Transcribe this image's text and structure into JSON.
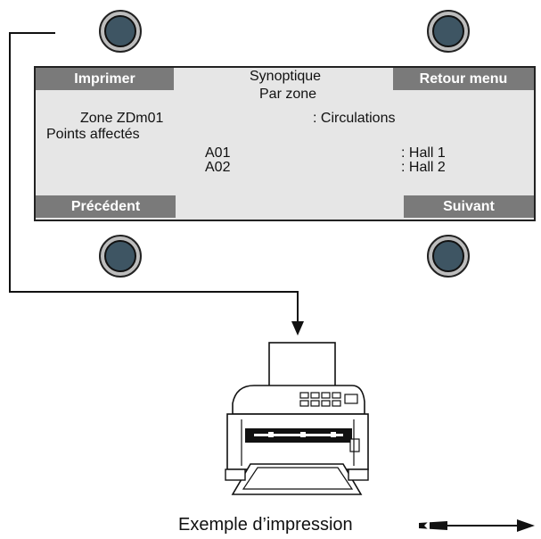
{
  "panel": {
    "title_line1": "Synoptique",
    "title_line2": "Par zone",
    "softkeys": {
      "top_left": "Imprimer",
      "top_right": "Retour menu",
      "bottom_left": "Précédent",
      "bottom_right": "Suivant"
    },
    "zone_label": "Zone ZDm01",
    "zone_value": ": Circulations",
    "points_label": "Points affectés",
    "points": [
      {
        "code": "A01",
        "name": ":  Hall 1"
      },
      {
        "code": "A02",
        "name": ":  Hall 2"
      }
    ]
  },
  "caption": "Exemple d’impression",
  "colors": {
    "panel_bg": "#e6e6e6",
    "softkey_bg": "#7a7a7a",
    "button_core": "#3e5563"
  }
}
